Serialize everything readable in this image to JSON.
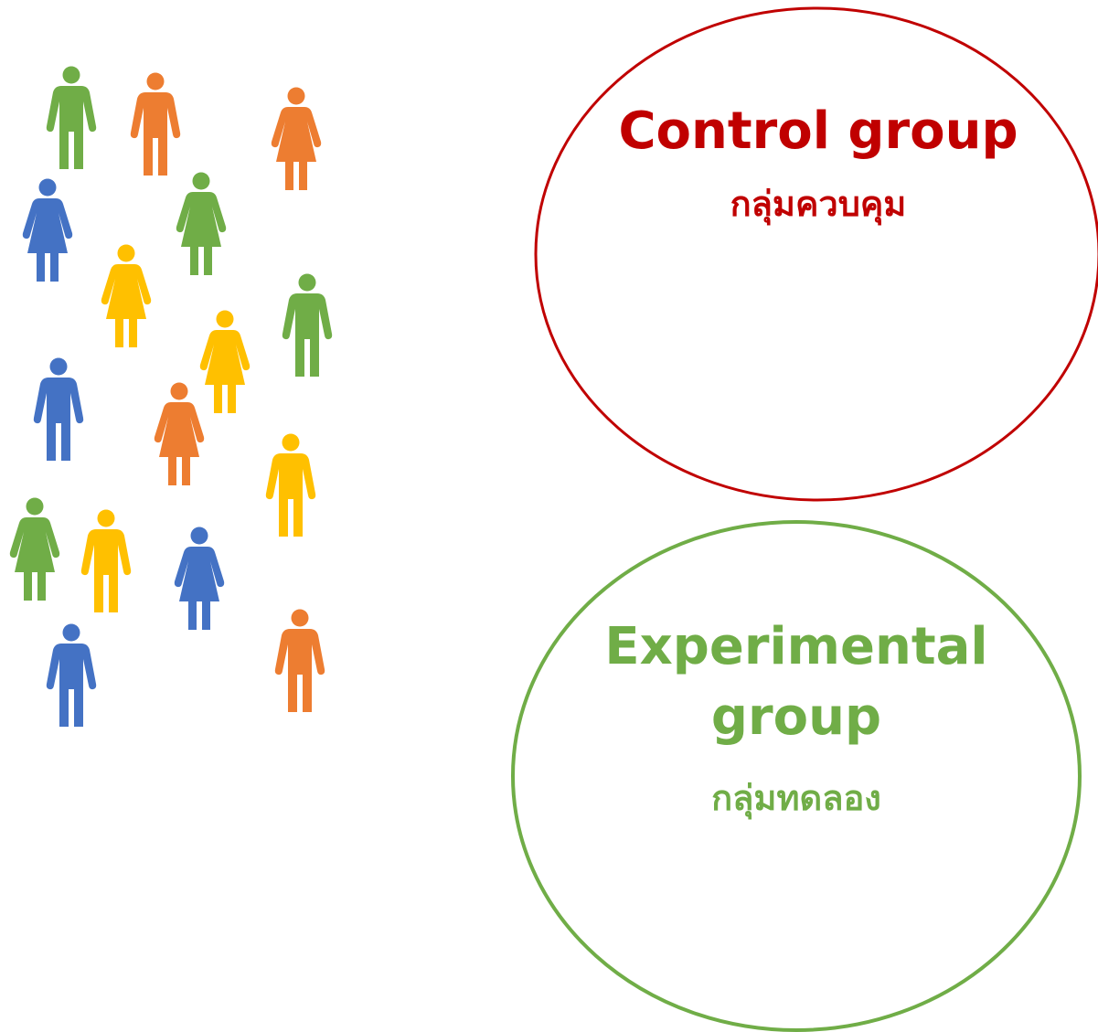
{
  "control_group": {
    "title": "Control group",
    "subtitle": "กลุ่มควบคุม",
    "color": "#c00000"
  },
  "experimental_group": {
    "title_line1": "Experimental",
    "title_line2": "group",
    "subtitle": "กลุ่มทดลอง",
    "color": "#70ad47"
  },
  "people_colors": {
    "green": "#70ad47",
    "orange": "#ed7d31",
    "blue": "#4472c4",
    "yellow": "#ffc000"
  },
  "people": [
    {
      "color": "green",
      "icon": "man-icon"
    },
    {
      "color": "orange",
      "icon": "man-icon"
    },
    {
      "color": "orange",
      "icon": "woman-icon"
    },
    {
      "color": "blue",
      "icon": "woman-icon"
    },
    {
      "color": "green",
      "icon": "woman-icon"
    },
    {
      "color": "yellow",
      "icon": "woman-icon"
    },
    {
      "color": "green",
      "icon": "man-icon"
    },
    {
      "color": "yellow",
      "icon": "woman-icon"
    },
    {
      "color": "blue",
      "icon": "man-icon"
    },
    {
      "color": "orange",
      "icon": "woman-icon"
    },
    {
      "color": "yellow",
      "icon": "man-icon"
    },
    {
      "color": "green",
      "icon": "woman-icon"
    },
    {
      "color": "yellow",
      "icon": "man-icon"
    },
    {
      "color": "blue",
      "icon": "woman-icon"
    },
    {
      "color": "blue",
      "icon": "man-icon"
    },
    {
      "color": "orange",
      "icon": "man-icon"
    }
  ]
}
